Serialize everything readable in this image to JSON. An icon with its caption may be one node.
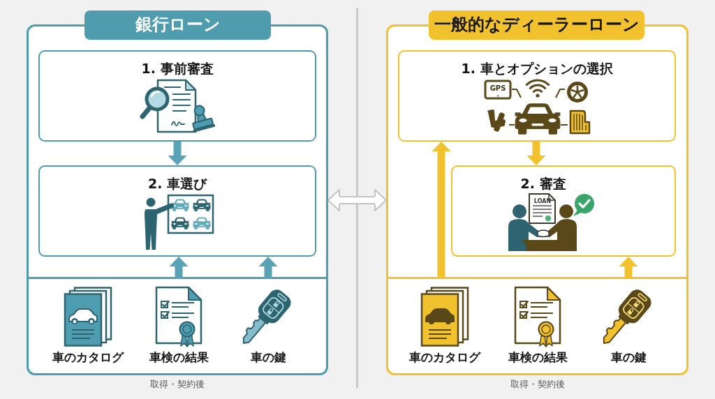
{
  "diagram": {
    "nodes": [
      {
        "text": [
          "銀行ローン"
        ],
        "beside": [
          "取得・契約後"
        ]
      },
      {
        "text": [
          "1. 事前審査"
        ],
        "in": 0
      },
      {
        "text": [
          "2. 車選び"
        ],
        "in": 0
      },
      {
        "text": [
          "車のカタログ"
        ],
        "in": 0
      },
      {
        "text": [
          "車検の結果"
        ],
        "in": 0
      },
      {
        "text": [
          "車の鍵"
        ],
        "in": 0
      },
      {
        "text": [
          "一般的なディーラーローン"
        ],
        "beside": [
          "取得・契約後"
        ]
      },
      {
        "text": [
          "1. 車とオプションの選択",
          "GPS"
        ],
        "in": 6
      },
      {
        "text": [
          "2. 審査",
          "LOAN"
        ],
        "in": 6
      },
      {
        "text": [
          "車のカタログ"
        ],
        "in": 6
      },
      {
        "text": [
          "車検の結果"
        ],
        "in": 6
      },
      {
        "text": [
          "車の鍵"
        ],
        "in": 6
      }
    ],
    "edges": [
      {
        "from": 1,
        "to": 2,
        "arrow": "to"
      },
      {
        "from": 4,
        "to": 2,
        "arrow": "to"
      },
      {
        "from": 5,
        "to": 2,
        "arrow": "to"
      },
      {
        "from": 0,
        "to": 6,
        "arrow": "both",
        "color": "#c4c4c4"
      },
      {
        "from": 7,
        "to": 8,
        "arrow": "to",
        "color": "#f2c12e"
      },
      {
        "from": 9,
        "to": 7,
        "arrow": "to",
        "color": "#f2c12e"
      },
      {
        "from": 11,
        "to": 8,
        "arrow": "to",
        "color": "#f2c12e"
      }
    ]
  }
}
